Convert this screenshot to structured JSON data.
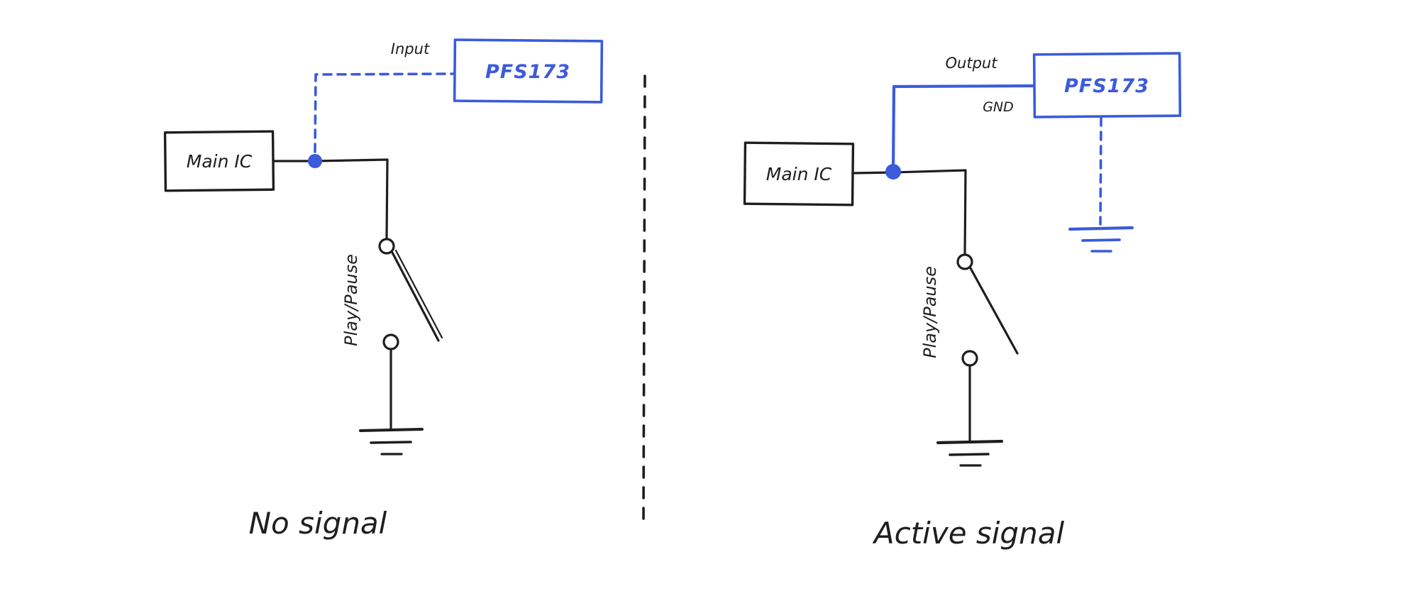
{
  "colors": {
    "ink": "#1e1e1e",
    "accent_blue": "#3b5bdb",
    "background": "#ffffff"
  },
  "left_panel": {
    "main_ic_label": "Main IC",
    "chip_label": "PFS173",
    "pin_label": "Input",
    "switch_label": "Play/Pause",
    "caption": "No signal"
  },
  "right_panel": {
    "main_ic_label": "Main IC",
    "chip_label": "PFS173",
    "pin_label_top": "Output",
    "pin_label_bottom": "GND",
    "switch_label": "Play/Pause",
    "caption": "Active signal"
  }
}
